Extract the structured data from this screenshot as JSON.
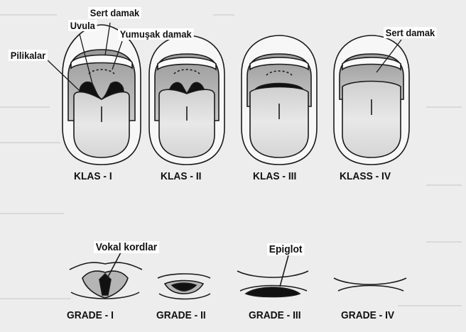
{
  "mallampati": {
    "labels": {
      "uvula": "Uvula",
      "sert_damak_1": "Sert damak",
      "yumusak_damak": "Yumuşak damak",
      "pilikalar": "Pilikalar",
      "sert_damak_4": "Sert damak"
    },
    "classes": [
      "KLAS - I",
      "KLAS - II",
      "KLAS - III",
      "KLASS - IV"
    ]
  },
  "cormack_lehane": {
    "labels": {
      "vokal_kordlar": "Vokal kordlar",
      "epiglot": "Epiglot"
    },
    "grades": [
      "GRADE - I",
      "GRADE - II",
      "GRADE - III",
      "GRADE - IV"
    ]
  },
  "colors": {
    "line": "#1a1a1a",
    "mouth_shadow": "#b5b5b5",
    "tongue": "#e4e4e4",
    "dark_airway": "#111111",
    "background": "#ededed"
  }
}
